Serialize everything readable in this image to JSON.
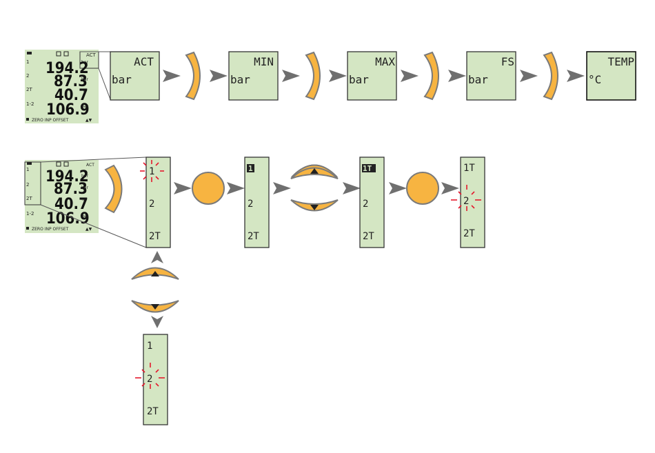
{
  "display": {
    "top_right_label": "ACT",
    "rows": [
      {
        "channel": "1",
        "value": "194.2",
        "unit": "bar"
      },
      {
        "channel": "2",
        "value": "87.3",
        "unit": "bar"
      },
      {
        "channel": "2T",
        "value": "40.7",
        "unit": "°C"
      },
      {
        "channel": "1-2",
        "value": "106.9",
        "unit": "bar"
      }
    ],
    "footer": "ZERO INP OFFSET"
  },
  "top_sequence": [
    {
      "title": "ACT",
      "unit": "bar"
    },
    {
      "title": "MIN",
      "unit": "bar"
    },
    {
      "title": "MAX",
      "unit": "bar"
    },
    {
      "title": "FS",
      "unit": "bar"
    },
    {
      "title": "TEMP",
      "unit": "°C"
    }
  ],
  "channel_lists": {
    "list_a": [
      "1",
      "2",
      "2T"
    ],
    "list_b": [
      "1",
      "2",
      "2T"
    ],
    "list_c": [
      "1T",
      "2",
      "2T"
    ],
    "list_d": [
      "1T",
      "2",
      "2T"
    ],
    "list_e": [
      "1",
      "2",
      "2T"
    ]
  },
  "colors": {
    "lcd": "#d4e6c3",
    "knob": "#f7b441",
    "arrow": "#6f6f6f",
    "blink": "#e4182c"
  }
}
